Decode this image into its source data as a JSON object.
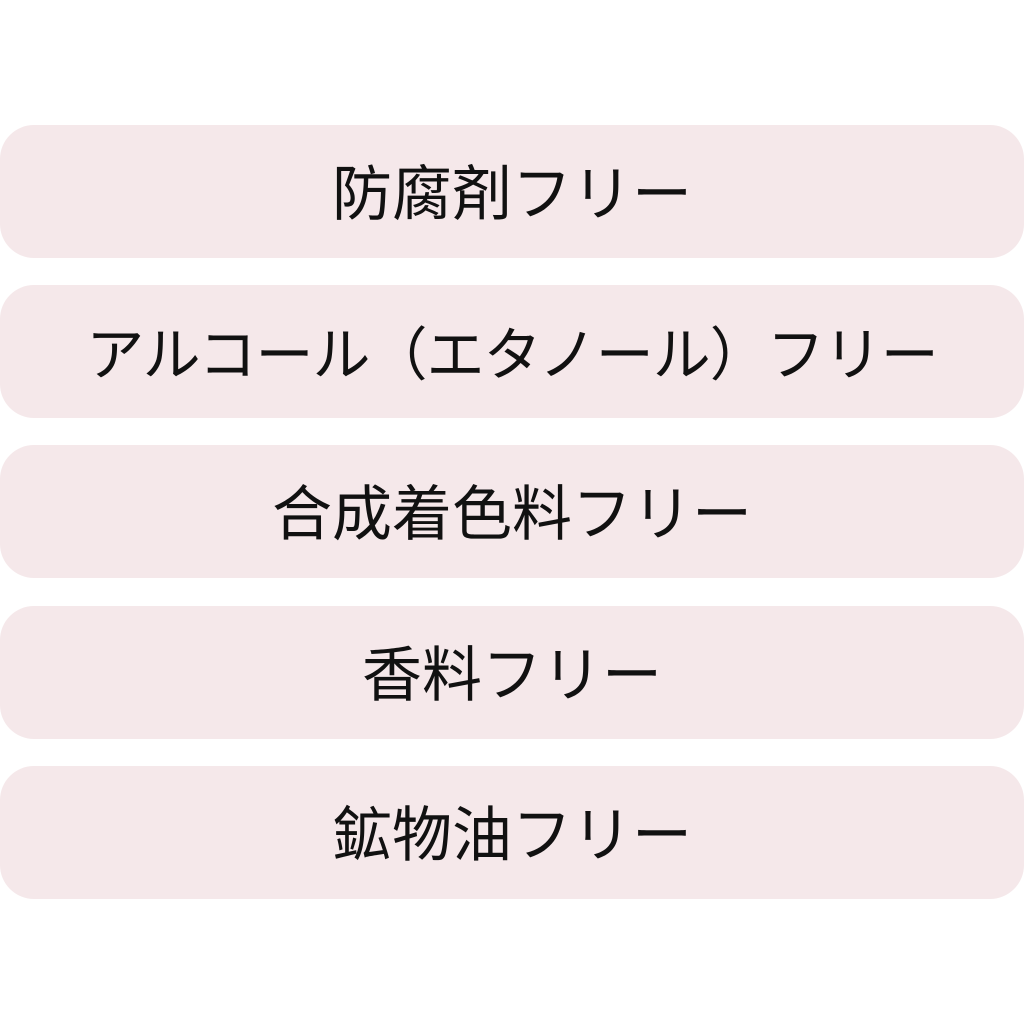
{
  "features": [
    {
      "label": "防腐剤フリー"
    },
    {
      "label": "アルコール（エタノール）フリー"
    },
    {
      "label": "合成着色料フリー"
    },
    {
      "label": "香料フリー"
    },
    {
      "label": "鉱物油フリー"
    }
  ],
  "colors": {
    "pill_background": "#f5e8ea",
    "text": "#111111",
    "page_background": "#ffffff"
  }
}
